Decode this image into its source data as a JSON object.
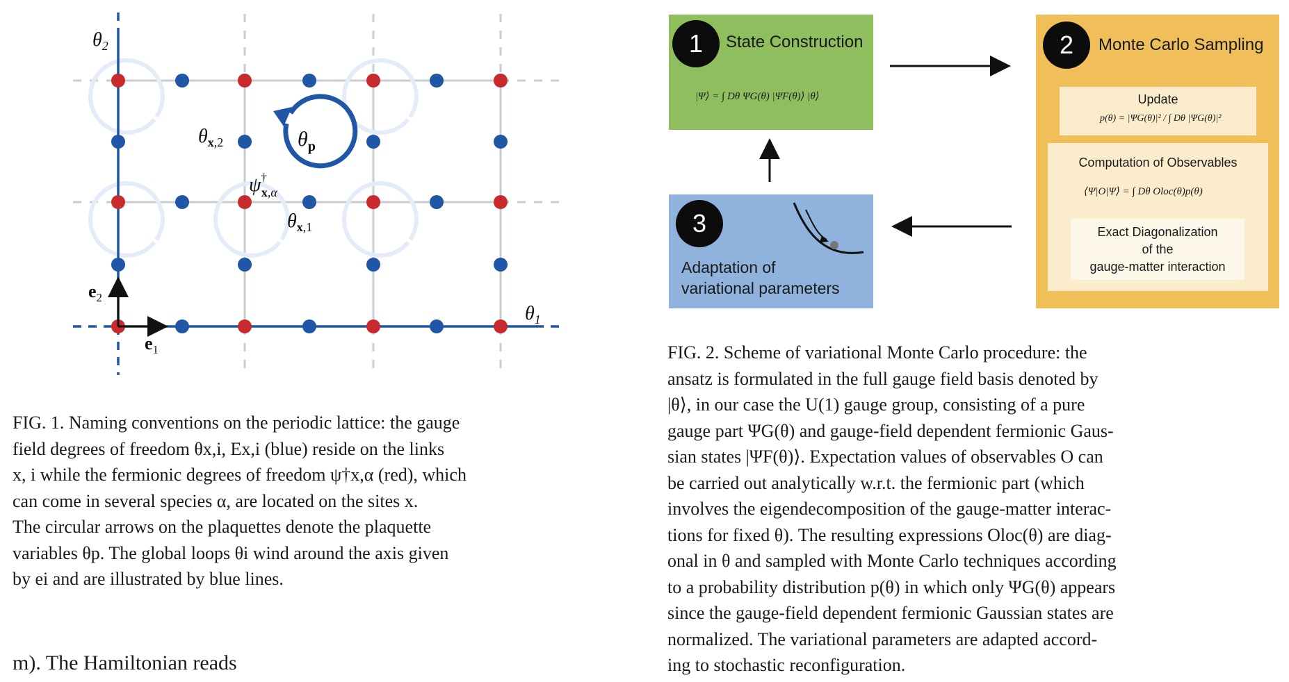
{
  "fig1": {
    "theta2_axis_label": "θ2",
    "theta1_axis_label": "θ1",
    "e1_label": "e1",
    "e2_label": "e2",
    "link_label_2": "θx,2",
    "link_label_1": "θx,1",
    "plaquette_label": "θp",
    "fermion_label": "ψ†x,α",
    "colors": {
      "site": "#c92a2d",
      "link": "#1f56a5",
      "grid": "#c9cdd3",
      "plaquette_faint": "#e6eefa",
      "plaquette_strong": "#1f56a5"
    },
    "caption_lines": [
      "FIG. 1. Naming conventions on the periodic lattice: the gauge",
      "field degrees of freedom θx,i, Ex,i (blue) reside on the links",
      "x, i while the fermionic degrees of freedom ψ†x,α (red), which",
      "can come in several species α, are located on the sites x.",
      "The circular arrows on the plaquettes denote the plaquette",
      "variables θp. The global loops θi wind around the axis given",
      "by ei and are illustrated by blue lines."
    ]
  },
  "fig2": {
    "step1": {
      "number": "1",
      "title": "State Construction",
      "formula": "|Ψ⟩ = ∫ Dθ ΨG(θ) |ΨF(θ)⟩ |θ⟩",
      "color": "#8fbe5f"
    },
    "step2": {
      "number": "2",
      "title": "Monte Carlo Sampling",
      "color": "#f1bf5a",
      "update_label": "Update",
      "update_formula": "p(θ) = |ΨG(θ)|² / ∫ Dθ |ΨG(θ)|²",
      "observables_label": "Computation of Observables",
      "observables_formula": "⟨Ψ|O|Ψ⟩ = ∫ Dθ Oloc(θ)p(θ)",
      "ed_lines": [
        "Exact Diagonalization",
        "of the",
        "gauge-matter interaction"
      ]
    },
    "step3": {
      "number": "3",
      "title_lines": [
        "Adaptation of",
        "variational parameters"
      ],
      "color": "#8fb3dd"
    },
    "caption_lines": [
      "FIG. 2. Scheme of variational Monte Carlo procedure: the",
      "ansatz is formulated in the full gauge field basis denoted by",
      "|θ⟩, in our case the U(1) gauge group, consisting of a pure",
      "gauge part ΨG(θ) and gauge-field dependent fermionic Gaus-",
      "sian states |ΨF(θ)⟩. Expectation values of observables O can",
      "be carried out analytically w.r.t. the fermionic part (which",
      "involves the eigendecomposition of the gauge-matter interac-",
      "tions for fixed θ). The resulting expressions Oloc(θ) are diag-",
      "onal in θ and sampled with Monte Carlo techniques according",
      "to a probability distribution p(θ) in which only ΨG(θ) appears",
      "since the gauge-field dependent fermionic Gaussian states are",
      "normalized. The variational parameters are adapted accord-",
      "ing to stochastic reconfiguration."
    ]
  },
  "trailing_text": "m). The Hamiltonian reads"
}
